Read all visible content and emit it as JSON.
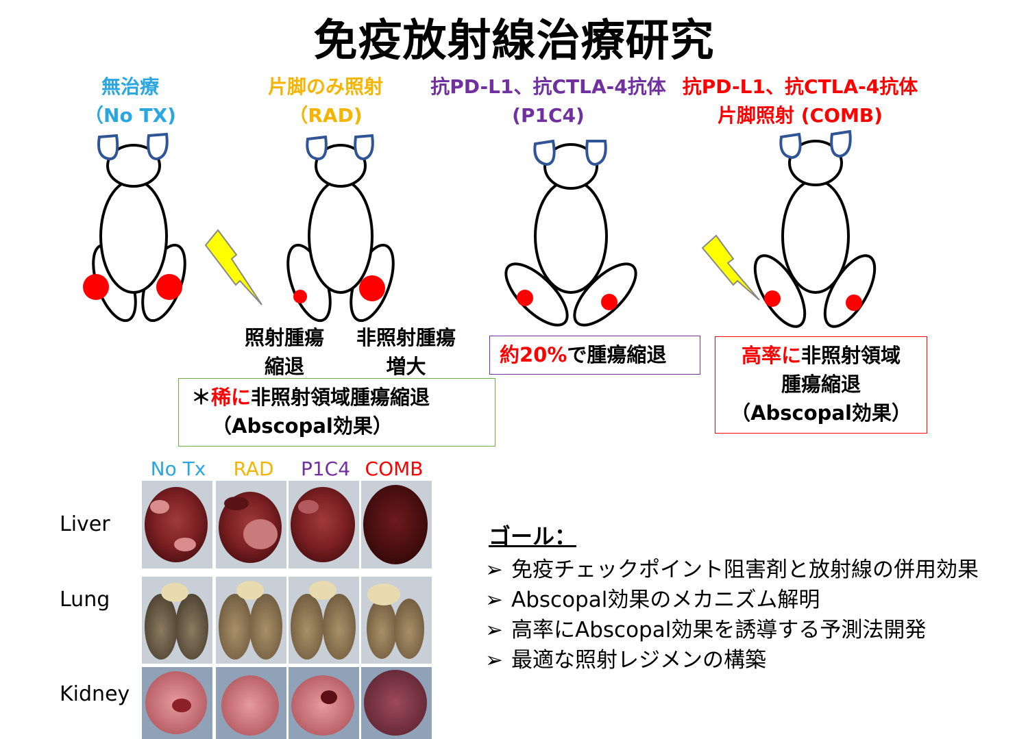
{
  "title": "免疫放射線治療研究",
  "groups": [
    {
      "line1": "無治療",
      "line2": "（No TX)",
      "color": "#2aa6e0"
    },
    {
      "line1": "片脚のみ照射",
      "line2": "（RAD)",
      "color": "#f5b400"
    },
    {
      "line1": "抗PD-L1、抗CTLA-4抗体",
      "line2": "(P1C4)",
      "color": "#7030a0"
    },
    {
      "line1": "抗PD-L1、抗CTLA-4抗体",
      "line2": "片脚照射 (COMB)",
      "color": "#ff0000"
    }
  ],
  "rad": {
    "irradiated_line1": "照射腫瘍",
    "irradiated_line2": "縮退",
    "nonirradiated_line1": "非照射腫瘍",
    "nonirradiated_line2": "増大"
  },
  "rad_box": {
    "star": "＊",
    "red": "稀に",
    "rest": "非照射領域腫瘍縮退",
    "line2": "（Abscopal効果）",
    "border_color": "#70ad47"
  },
  "p1c4_box": {
    "red": "約20%",
    "rest": "で腫瘍縮退",
    "border_color": "#7030a0"
  },
  "comb_box": {
    "red": "高率に",
    "rest": "非照射領域",
    "line2": "腫瘍縮退",
    "line3": "（Abscopal効果）",
    "border_color": "#ff0000"
  },
  "organ_table": {
    "columns": [
      {
        "label": "No Tx",
        "color": "#2aa6e0"
      },
      {
        "label": "RAD",
        "color": "#f5b400"
      },
      {
        "label": "P1C4",
        "color": "#7030a0"
      },
      {
        "label": "COMB",
        "color": "#ff0000"
      }
    ],
    "rows": [
      "Liver",
      "Lung",
      "Kidney"
    ]
  },
  "goals": {
    "title": "ゴール：",
    "bullet": "➢",
    "items": [
      "免疫チェックポイント阻害剤と放射線の併用効果",
      "Abscopal効果のメカニズム解明",
      "高率にAbscopal効果を誘導する予測法開発",
      "最適な照射レジメンの構築"
    ]
  },
  "icons": {
    "mouse": "mouse-icon",
    "tumor": "tumor-icon",
    "lightning": "lightning-bolt-icon"
  },
  "colors": {
    "ear_stroke": "#2f5597",
    "tumor": "#ff0000",
    "bolt": "#ffff00"
  }
}
